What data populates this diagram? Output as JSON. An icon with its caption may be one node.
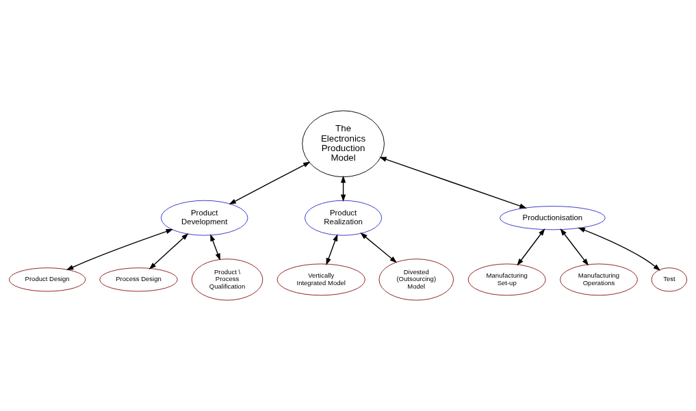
{
  "diagram": {
    "nodes": [
      {
        "text": [
          "The Electronics Production Model"
        ]
      },
      {
        "text": [
          "Product Development"
        ]
      },
      {
        "text": [
          "Product Realization"
        ]
      },
      {
        "text": [
          "Productionisation"
        ]
      },
      {
        "text": [
          "Product Design"
        ]
      },
      {
        "text": [
          "Process Design"
        ]
      },
      {
        "text": [
          "Product \\ Process Qualification"
        ]
      },
      {
        "text": [
          "Vertically Integrated Model"
        ]
      },
      {
        "text": [
          "Divested (Outsourcing) Model"
        ]
      },
      {
        "text": [
          "Manufacturing Set-up"
        ]
      },
      {
        "text": [
          "Manufacturing Operations"
        ]
      },
      {
        "text": [
          "Test"
        ]
      }
    ],
    "edges": [
      {
        "from": 0,
        "to": 1,
        "arrow": "both"
      },
      {
        "from": 0,
        "to": 2,
        "arrow": "both"
      },
      {
        "from": 0,
        "to": 3,
        "arrow": "both"
      },
      {
        "from": 1,
        "to": 4,
        "arrow": "both"
      },
      {
        "from": 1,
        "to": 6,
        "arrow": "both"
      },
      {
        "from": 1,
        "to": 5,
        "arrow": "both"
      },
      {
        "from": 2,
        "to": 7,
        "arrow": "both"
      },
      {
        "from": 2,
        "to": 8,
        "arrow": "both"
      },
      {
        "from": 3,
        "to": 9,
        "arrow": "both"
      },
      {
        "from": 3,
        "to": 10,
        "arrow": "both"
      },
      {
        "from": 3,
        "to": 11,
        "arrow": "both"
      }
    ]
  }
}
